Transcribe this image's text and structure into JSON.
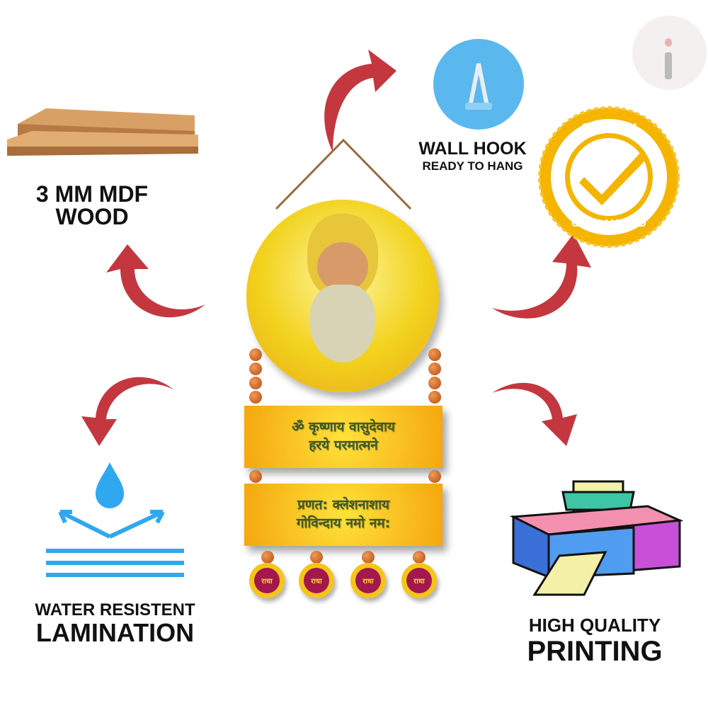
{
  "features": {
    "wood": {
      "line1": "3 MM MDF",
      "line2": "WOOD"
    },
    "hook": {
      "line1": "WALL HOOK",
      "line2": "READY TO HANG"
    },
    "quality": {
      "top": "QUALITY",
      "bottom": "GUARANTEED"
    },
    "water": {
      "line1": "WATER RESISTENT",
      "line2": "LAMINATION"
    },
    "printing": {
      "line1": "HIGH QUALITY",
      "line2": "PRINTING"
    }
  },
  "product": {
    "plank1": {
      "line1": "ॐ कृष्णाय वासुदेवाय",
      "line2": "हरये परमात्मने"
    },
    "plank2": {
      "line1": "प्रणत: क्लेशनाशाय",
      "line2": "गोविन्दाय नमो नम:"
    },
    "coins": [
      "राधा",
      "राधा",
      "राधा",
      "राधा"
    ]
  },
  "colors": {
    "arrow": "#c4373f",
    "plank": "#f7b515",
    "coin": "#a3174e",
    "badge": "#f4b400"
  }
}
